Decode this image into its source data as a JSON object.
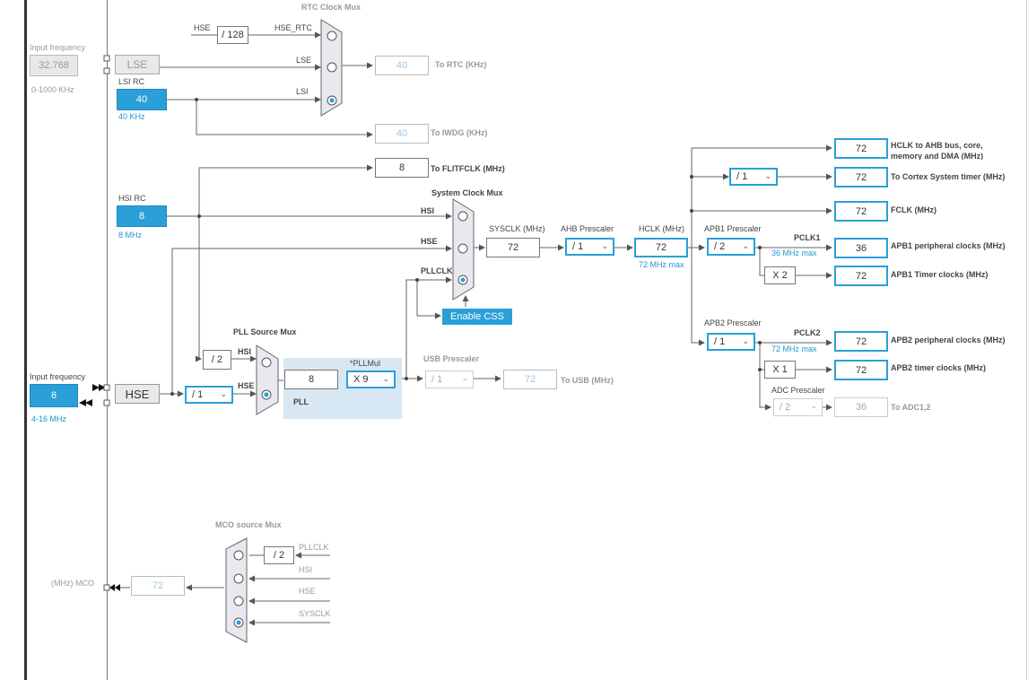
{
  "rtc_mux": {
    "title": "RTC Clock Mux",
    "hse_label": "HSE",
    "div128": "/ 128",
    "hse_rtc": "HSE_RTC",
    "lse": "LSE",
    "lsi": "LSI",
    "out_val": "40",
    "out_label": "To RTC (KHz)"
  },
  "iwdg": {
    "val": "40",
    "label": "To IWDG (KHz)"
  },
  "lse_input": {
    "title": "Input frequency",
    "value": "32.768",
    "range": "0-1000 KHz",
    "block": "LSE"
  },
  "lsi": {
    "title": "LSI RC",
    "value": "40",
    "freq": "40 KHz"
  },
  "flit": {
    "val": "8",
    "label": "To FLITFCLK (MHz)"
  },
  "hsi": {
    "title": "HSI RC",
    "value": "8",
    "freq": "8 MHz"
  },
  "sysmux": {
    "title": "System Clock Mux",
    "hsi": "HSI",
    "hse": "HSE",
    "pllclk": "PLLCLK",
    "css": "Enable CSS"
  },
  "sysclk": {
    "label": "SYSCLK (MHz)",
    "value": "72"
  },
  "ahb": {
    "label": "AHB Prescaler",
    "value": "/ 1"
  },
  "hclk": {
    "label": "HCLK (MHz)",
    "value": "72",
    "max": "72 MHz max"
  },
  "apb1": {
    "label": "APB1 Prescaler",
    "value": "/ 2",
    "pclk": "PCLK1",
    "max": "36 MHz max",
    "x2": "X 2"
  },
  "apb2": {
    "label": "APB2 Prescaler",
    "value": "/ 1",
    "pclk": "PCLK2",
    "max": "72 MHz max",
    "x1": "X 1"
  },
  "adc": {
    "label": "ADC Prescaler",
    "value": "/ 2",
    "out": "36",
    "out_label": "To ADC1,2"
  },
  "outputs": [
    {
      "value": "72",
      "label": "HCLK to AHB bus, core,",
      "label2": "memory and DMA (MHz)"
    },
    {
      "value": "72",
      "label": "To Cortex System timer (MHz)",
      "pre": "/ 1"
    },
    {
      "value": "72",
      "label": "FCLK (MHz)"
    },
    {
      "value": "36",
      "label": "APB1 peripheral clocks (MHz)"
    },
    {
      "value": "72",
      "label": "APB1 Timer clocks (MHz)"
    },
    {
      "value": "72",
      "label": "APB2 peripheral clocks (MHz)"
    },
    {
      "value": "72",
      "label": "APB2 timer clocks (MHz)"
    }
  ],
  "hse_input": {
    "title": "Input frequency",
    "value": "8",
    "range": "4-16 MHz",
    "block": "HSE",
    "div": "/ 1"
  },
  "pllsrc": {
    "title": "PLL Source Mux",
    "hsi": "HSI",
    "hse": "HSE",
    "div2": "/ 2"
  },
  "pll": {
    "label": "PLL",
    "value": "8",
    "mul_label": "*PLLMul",
    "mul": "X 9"
  },
  "usb": {
    "label": "USB Prescaler",
    "value": "/ 1",
    "out": "72",
    "out_label": "To USB (MHz)"
  },
  "mco": {
    "title": "MCO source Mux",
    "label": "(MHz) MCO",
    "value": "72",
    "div2": "/ 2",
    "pllclk": "PLLCLK",
    "hsi": "HSI",
    "hse": "HSE",
    "sysclk": "SYSCLK"
  }
}
